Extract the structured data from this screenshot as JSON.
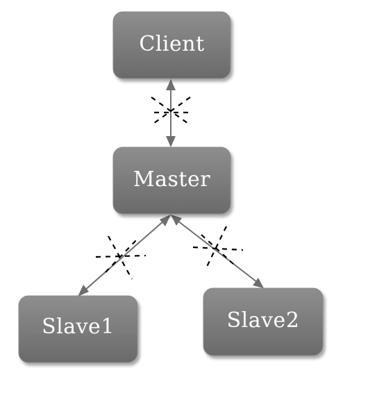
{
  "diagram": {
    "nodes": [
      {
        "id": "client",
        "label": "Client"
      },
      {
        "id": "master",
        "label": "Master"
      },
      {
        "id": "slave1",
        "label": "Slave1"
      },
      {
        "id": "slave2",
        "label": "Slave2"
      }
    ],
    "edges": [
      {
        "from": "client",
        "to": "master",
        "direction": "bidirectional",
        "marker": "dashed-burst"
      },
      {
        "from": "master",
        "to": "slave1",
        "direction": "bidirectional",
        "marker": "dashed-burst"
      },
      {
        "from": "master",
        "to": "slave2",
        "direction": "bidirectional",
        "marker": "dashed-burst"
      }
    ],
    "colors": {
      "node_fill_top": "#8e8e8e",
      "node_fill_bottom": "#6a6a6a",
      "edge": "#6e6e6e",
      "burst": "#000000",
      "label": "#ffffff"
    }
  }
}
